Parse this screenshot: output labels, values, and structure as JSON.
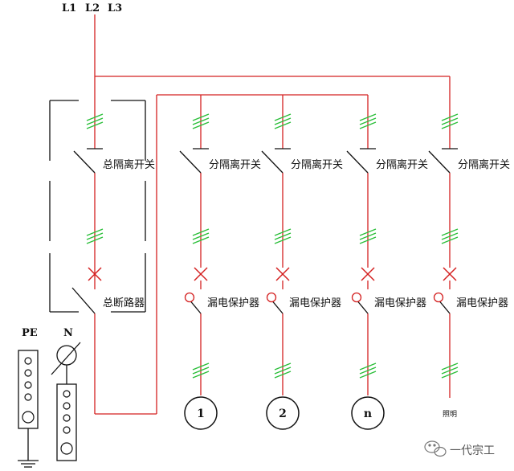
{
  "phases": [
    "L1",
    "L2",
    "L3"
  ],
  "main_disconnector_label": "总隔离开关",
  "main_breaker_label": "总断路器",
  "branches": [
    {
      "disconnector_label": "分隔离开关",
      "rcd_label": "漏电保护器",
      "load": "1"
    },
    {
      "disconnector_label": "分隔离开关",
      "rcd_label": "漏电保护器",
      "load": "2"
    },
    {
      "disconnector_label": "分隔离开关",
      "rcd_label": "漏电保护器",
      "load": "n"
    },
    {
      "disconnector_label": "分隔离开关",
      "rcd_label": "漏电保护器",
      "load": "照明"
    }
  ],
  "pe_label": "PE",
  "n_label": "N",
  "watermark": "一代宗工",
  "colors": {
    "wire": "#d42020",
    "tick": "#2bbf3a",
    "line": "#111111"
  }
}
